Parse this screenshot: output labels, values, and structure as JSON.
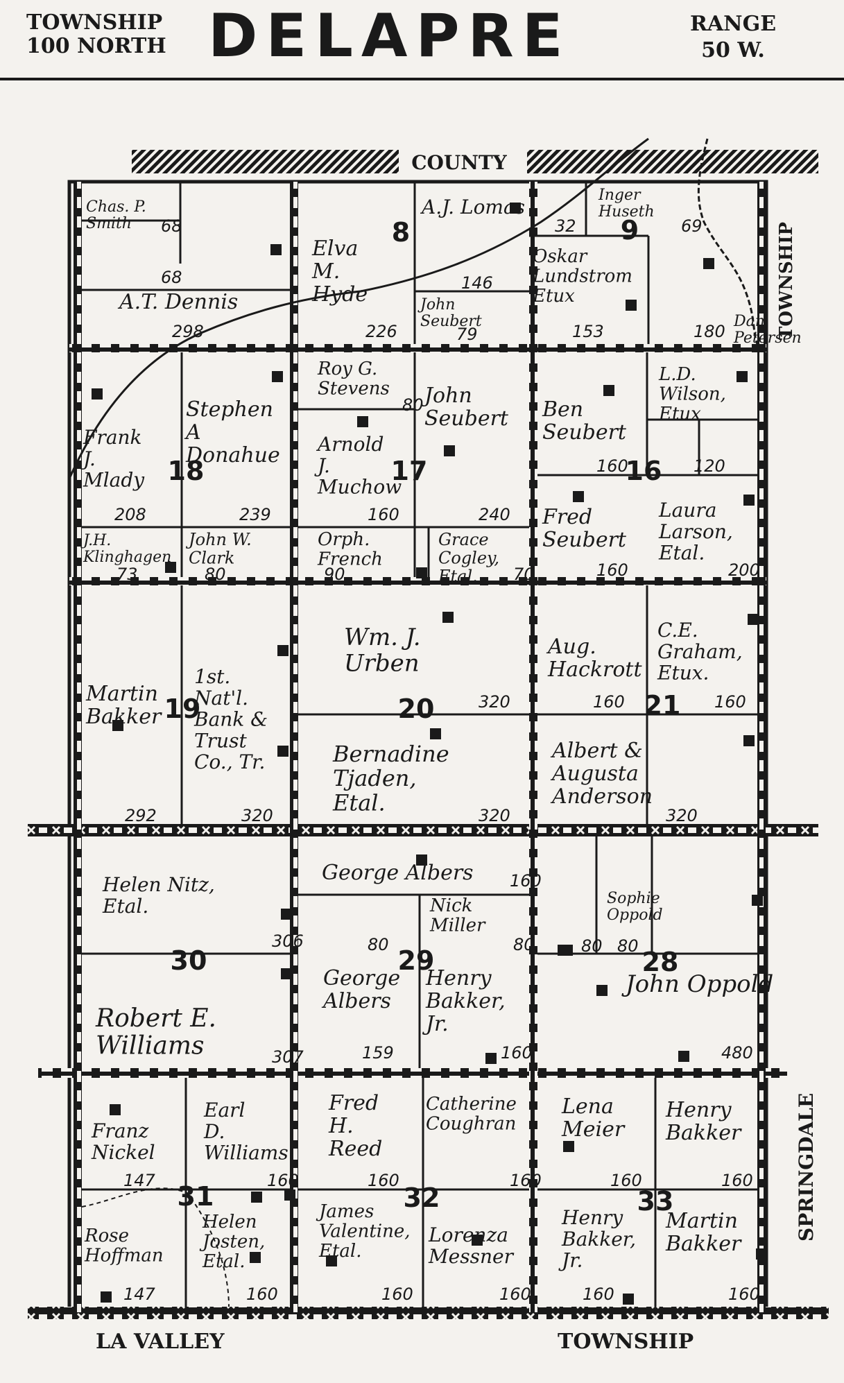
{
  "header": {
    "township_line1": "TOWNSHIP",
    "township_line2": "100 NORTH",
    "title": "DELAPRE",
    "range_line1": "RANGE",
    "range_line2": "50 W."
  },
  "boundary_labels": {
    "top": "COUNTY",
    "right_top": "TOWNSHIP",
    "right_bottom": "SPRINGDALE",
    "bottom_left": "LA VALLEY",
    "bottom_right": "TOWNSHIP"
  },
  "sections": [
    "8",
    "9",
    "18",
    "17",
    "16",
    "19",
    "20",
    "21",
    "30",
    "29",
    "28",
    "31",
    "32",
    "33"
  ],
  "parcels": [
    {
      "owner": "Chas. P. Smith",
      "acres": "68"
    },
    {
      "owner": "",
      "acres": "68"
    },
    {
      "owner": "A.T. Dennis",
      "acres": "298"
    },
    {
      "owner": "Elva M. Hyde",
      "acres": "226"
    },
    {
      "owner": "A.J. Lomas",
      "acres": "146"
    },
    {
      "owner": "John Seubert",
      "acres": "79"
    },
    {
      "owner": "",
      "acres": "32"
    },
    {
      "owner": "Inger Huseth",
      "acres": "69"
    },
    {
      "owner": "Oskar Lundstrom Etux",
      "acres": "153"
    },
    {
      "owner": "Dan Petersen",
      "acres": "180"
    },
    {
      "owner": "Frank J. Mlady",
      "acres": "208"
    },
    {
      "owner": "Stephen A Donahue",
      "acres": "239"
    },
    {
      "owner": "J.H. Klinghagen",
      "acres": "73"
    },
    {
      "owner": "John W. Clark",
      "acres": "80"
    },
    {
      "owner": "Roy G. Stevens",
      "acres": "80"
    },
    {
      "owner": "Arnold J. Muchow",
      "acres": "160"
    },
    {
      "owner": "John Seubert",
      "acres": "240"
    },
    {
      "owner": "Orph. French",
      "acres": "90"
    },
    {
      "owner": "Grace Cogley, Etal.",
      "acres": "70"
    },
    {
      "owner": "Ben Seubert",
      "acres": "160"
    },
    {
      "owner": "L.D. Wilson, Etux",
      "acres": "120"
    },
    {
      "owner": "Fred Seubert",
      "acres": "160"
    },
    {
      "owner": "Laura Larson, Etal.",
      "acres": "200"
    },
    {
      "owner": "Martin Bakker",
      "acres": "292"
    },
    {
      "owner": "1st. Nat'l. Bank & Trust Co., Tr.",
      "acres": "320"
    },
    {
      "owner": "Wm. J. Urben",
      "acres": "320"
    },
    {
      "owner": "Bernadine Tjaden, Etal.",
      "acres": "320"
    },
    {
      "owner": "Aug. Hackrott",
      "acres": "160"
    },
    {
      "owner": "C.E. Graham, Etux.",
      "acres": "160"
    },
    {
      "owner": "Albert & Augusta Anderson",
      "acres": "320"
    },
    {
      "owner": "Helen Nitz, Etal.",
      "acres": "306"
    },
    {
      "owner": "Robert E. Williams",
      "acres": "307"
    },
    {
      "owner": "George Albers",
      "acres": "160"
    },
    {
      "owner": "",
      "acres": "80"
    },
    {
      "owner": "Nick Miller",
      "acres": "80"
    },
    {
      "owner": "George Albers",
      "acres": "159"
    },
    {
      "owner": "Henry Bakker, Jr.",
      "acres": "160"
    },
    {
      "owner": "",
      "acres": "80"
    },
    {
      "owner": "Sophie Oppold",
      "acres": "80"
    },
    {
      "owner": "John Oppold",
      "acres": "480"
    },
    {
      "owner": "Franz Nickel",
      "acres": "147"
    },
    {
      "owner": "Earl D. Williams",
      "acres": "160"
    },
    {
      "owner": "Rose Hoffman",
      "acres": "147"
    },
    {
      "owner": "Helen Josten, Etal.",
      "acres": "160"
    },
    {
      "owner": "Fred H. Reed",
      "acres": "160"
    },
    {
      "owner": "Catherine Coughran",
      "acres": "160"
    },
    {
      "owner": "James Valentine, Etal.",
      "acres": "160"
    },
    {
      "owner": "Lorenza Messner",
      "acres": "160"
    },
    {
      "owner": "Lena Meier",
      "acres": "160"
    },
    {
      "owner": "Henry Bakker",
      "acres": "160"
    },
    {
      "owner": "Henry Bakker, Jr.",
      "acres": "160"
    },
    {
      "owner": "Martin Bakker",
      "acres": "160"
    }
  ]
}
